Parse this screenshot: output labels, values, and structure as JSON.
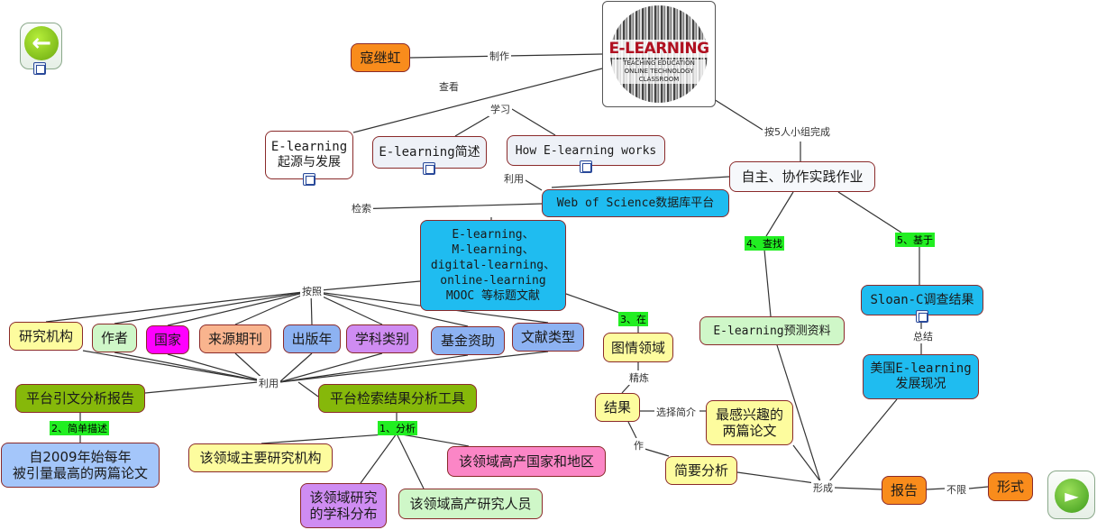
{
  "nodes": {
    "kou": "寇继虹",
    "wordcloud_title": "E-LEARNING",
    "wordcloud_words": "TEACHING  EDUCATION  ONLINE  TECHNOLOGY  CLASSROOM",
    "origin": "E-learning\n起源与发展",
    "brief": "E-learning简述",
    "how": "How E-learning works",
    "practice": "自主、协作实践作业",
    "wos": "Web of Science数据库平台",
    "titles": "E-learning、\nM-learning、\ndigital-learning、\nonline-learning\nMOOC 等标题文献",
    "forecast": "E-learning预测资料",
    "sloan": "Sloan-C调查结果",
    "us_status": "美国E-learning\n发展现况",
    "inst": "研究机构",
    "author": "作者",
    "country": "国家",
    "journal": "来源期刊",
    "year": "出版年",
    "subject": "学科类别",
    "fund": "基金资助",
    "doctype": "文献类型",
    "library": "图情领域",
    "result": "结果",
    "two_papers": "最感兴趣的\n两篇论文",
    "brief_analysis": "简要分析",
    "report": "报告",
    "form": "形式",
    "citation_report": "平台引文分析报告",
    "cited_papers": "自2009年始每年\n被引量最高的两篇论文",
    "analysis_tool": "平台检索结果分析工具",
    "main_inst": "该领域主要研究机构",
    "high_country": "该领域高产国家和地区",
    "subject_dist": "该领域研究\n的学科分布",
    "high_author": "该领域高产研究人员"
  },
  "edge_labels": {
    "make": "制作",
    "view": "查看",
    "learn": "学习",
    "group": "按5人小组完成",
    "use1": "利用",
    "search": "检索",
    "by": "按照",
    "find": "4、查找",
    "based": "5、基于",
    "summary": "总结",
    "in": "3、在",
    "refine": "精炼",
    "select": "选择简介",
    "do": "作",
    "formed": "形成",
    "unlimited": "不限",
    "use2": "利用",
    "describe": "2、简单描述",
    "analyze": "1、分析"
  },
  "icons": [
    "back-arrow-icon",
    "forward-arrow-icon",
    "map-link-icon",
    "note-icon"
  ],
  "colors": {
    "orange": "#f98c1c",
    "cyan": "#1fbcf0",
    "green": "#86b80a",
    "light_green": "#cff7c8",
    "magenta": "#ff00ff",
    "salmon": "#f9b48e",
    "purple": "#cf8cf2",
    "blue": "#8db2f2",
    "yellow": "#fdfc9e",
    "pink": "#fb86c6",
    "light_blue": "#a4c6fa",
    "highlight": "#22ee22",
    "edge": "#333333"
  }
}
